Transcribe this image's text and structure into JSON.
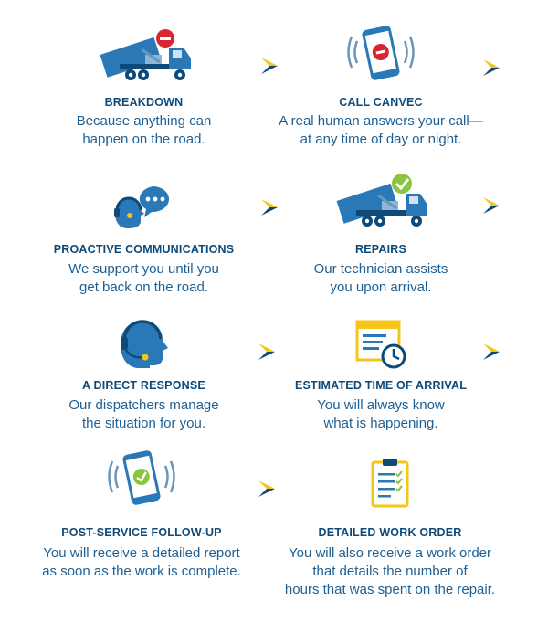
{
  "colors": {
    "navy": "#0d4a7a",
    "blue": "#2a78b5",
    "light_blue": "#4f8fc3",
    "yellow": "#f5c518",
    "green": "#8bc43f",
    "red": "#d7262f"
  },
  "steps": [
    {
      "icon": "tow-truck-breakdown-icon",
      "title": "BREAKDOWN",
      "desc": "Because anything can\nhappen on the road."
    },
    {
      "icon": "phone-call-icon",
      "title": "CALL CANVEC",
      "desc": "A real human answers your call—\nat any time of day or night."
    },
    {
      "icon": "chat-headset-icon",
      "title": "PROACTIVE COMMUNICATIONS",
      "desc": "We support you until you\nget back on the road."
    },
    {
      "icon": "tow-truck-repair-icon",
      "title": "REPAIRS",
      "desc": "Our technician assists\nyou upon arrival."
    },
    {
      "icon": "headset-agent-icon",
      "title": "A DIRECT RESPONSE",
      "desc": "Our dispatchers manage\nthe situation for you."
    },
    {
      "icon": "schedule-clock-icon",
      "title": "ESTIMATED TIME OF ARRIVAL",
      "desc": "You will always know\nwhat is happening."
    },
    {
      "icon": "phone-check-icon",
      "title": "POST-SERVICE FOLLOW-UP",
      "desc": "You will receive a detailed report\nas soon as the work is complete."
    },
    {
      "icon": "clipboard-checklist-icon",
      "title": "DETAILED WORK ORDER",
      "desc": "You will also receive a work order\nthat details the number of\nhours that was spent on the repair."
    }
  ]
}
